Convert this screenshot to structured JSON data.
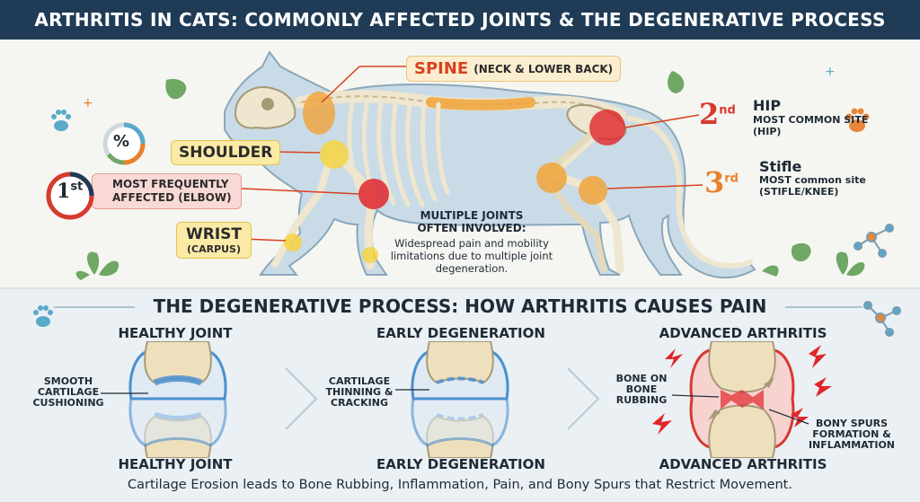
{
  "title": "ARTHRITIS IN CATS: COMMONLY AFFECTED JOINTS & THE DEGENERATIVE PROCESS",
  "joints": {
    "spine": {
      "label": "SPINE",
      "detail": "(NECK & LOWER BACK)"
    },
    "shoulder": {
      "label": "SHOULDER"
    },
    "elbow": {
      "rank": "1",
      "rank_suffix": "st",
      "line1": "MOST FREQUENTLY",
      "line2": "AFFECTED (ELBOW)"
    },
    "wrist": {
      "label": "WRIST",
      "detail": "(CARPUS)"
    },
    "hip": {
      "rank": "2",
      "rank_suffix": "nd",
      "label": "HIP",
      "line1": "MOST COMMON SITE",
      "line2": "(HIP)"
    },
    "stifle": {
      "rank": "3",
      "rank_suffix": "rd",
      "label": "Stifle",
      "line1": "MOST common site",
      "line2": "(STIFLE/KNEE)"
    }
  },
  "percent_symbol": "%",
  "multiple": {
    "title_line1": "MULTIPLE JOINTS",
    "title_line2": "OFTEN INVOLVED:",
    "desc": "Widespread pain and mobility limitations due to multiple joint degeneration."
  },
  "process": {
    "title": "THE DEGENERATIVE PROCESS: HOW ARTHRITIS CAUSES PAIN",
    "stages": [
      {
        "name": "HEALTHY JOINT",
        "callout_lines": [
          "SMOOTH",
          "CARTILAGE",
          "CUSHIONING"
        ]
      },
      {
        "name": "EARLY DEGENERATION",
        "callout_lines": [
          "CARTILAGE",
          "THINNING &",
          "CRACKING"
        ]
      },
      {
        "name": "ADVANCED ARTHRITIS",
        "callout_lines": [
          "BONE ON",
          "BONE",
          "RUBBING"
        ],
        "callout2_lines": [
          "BONY SPURS",
          "FORMATION &",
          "INFLAMMATION"
        ]
      }
    ],
    "caption": "Cartilage Erosion leads to Bone Rubbing, Inflammation, Pain, and Bony Spurs that Restrict Movement."
  },
  "colors": {
    "header_bg": "#1f3b56",
    "rank_1": "#d63a2f",
    "rank_2": "#d63a2f",
    "rank_3": "#e7812e",
    "inflamed": "#e0262b",
    "warm": "#f0a33a",
    "cartilage": "#4c8fd0"
  }
}
